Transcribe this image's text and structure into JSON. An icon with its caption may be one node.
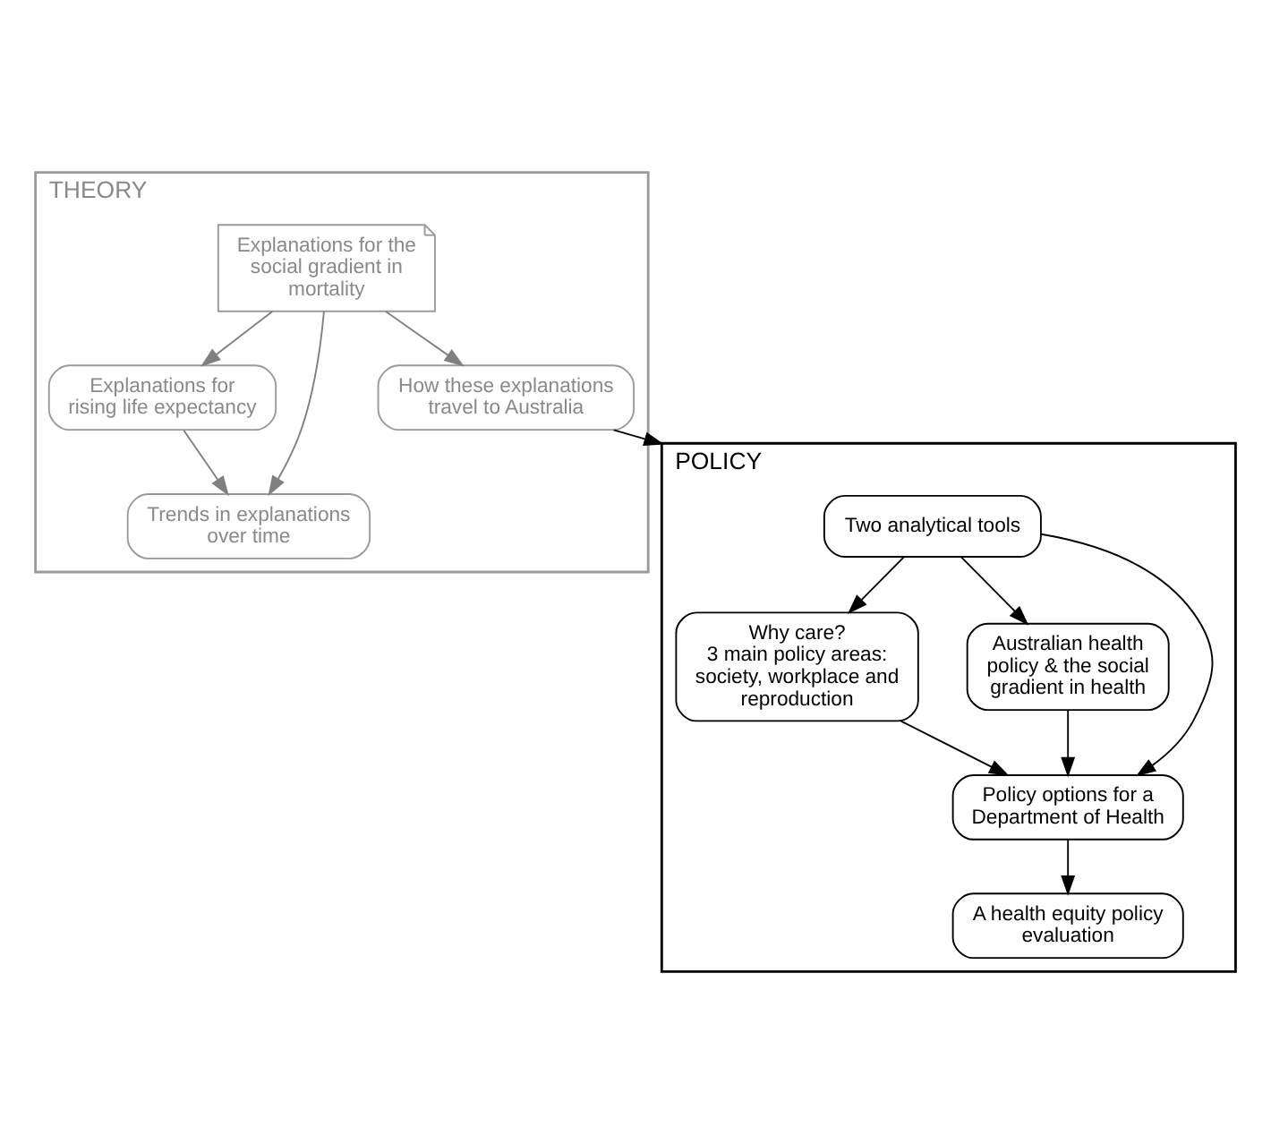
{
  "diagram": {
    "nodes": [
      {
        "text": [
          "THEORY"
        ]
      },
      {
        "text": [
          "Explanations for the social gradient in mortality"
        ],
        "in": 0
      },
      {
        "text": [
          "Explanations for rising life expectancy"
        ],
        "in": 0
      },
      {
        "text": [
          "How these explanations travel to Australia"
        ],
        "in": 0
      },
      {
        "text": [
          "Trends in explanations over time"
        ],
        "in": 0
      },
      {
        "text": [
          "POLICY"
        ]
      },
      {
        "text": [
          "Two analytical tools"
        ],
        "in": 5
      },
      {
        "text": [
          "Why care?",
          "3 main policy areas: society, workplace and reproduction"
        ],
        "in": 5
      },
      {
        "text": [
          "Australian health policy & the social gradient in health"
        ],
        "in": 5
      },
      {
        "text": [
          "Policy options for a Department of Health"
        ],
        "in": 5
      },
      {
        "text": [
          "A health equity policy evaluation"
        ],
        "in": 5
      }
    ],
    "edges": [
      {
        "from": 1,
        "to": 2,
        "arrow": "to",
        "color": "#808080"
      },
      {
        "from": 1,
        "to": 3,
        "arrow": "to",
        "color": "#808080"
      },
      {
        "from": 1,
        "to": 4,
        "arrow": "to",
        "color": "#808080"
      },
      {
        "from": 2,
        "to": 4,
        "arrow": "to",
        "color": "#808080"
      },
      {
        "from": 3,
        "to": 5,
        "arrow": "to"
      },
      {
        "from": 6,
        "to": 7,
        "arrow": "to"
      },
      {
        "from": 6,
        "to": 8,
        "arrow": "to"
      },
      {
        "from": 6,
        "to": 9,
        "arrow": "to"
      },
      {
        "from": 7,
        "to": 9,
        "arrow": "to"
      },
      {
        "from": 8,
        "to": 9,
        "arrow": "to"
      },
      {
        "from": 9,
        "to": 10,
        "arrow": "to"
      }
    ]
  }
}
